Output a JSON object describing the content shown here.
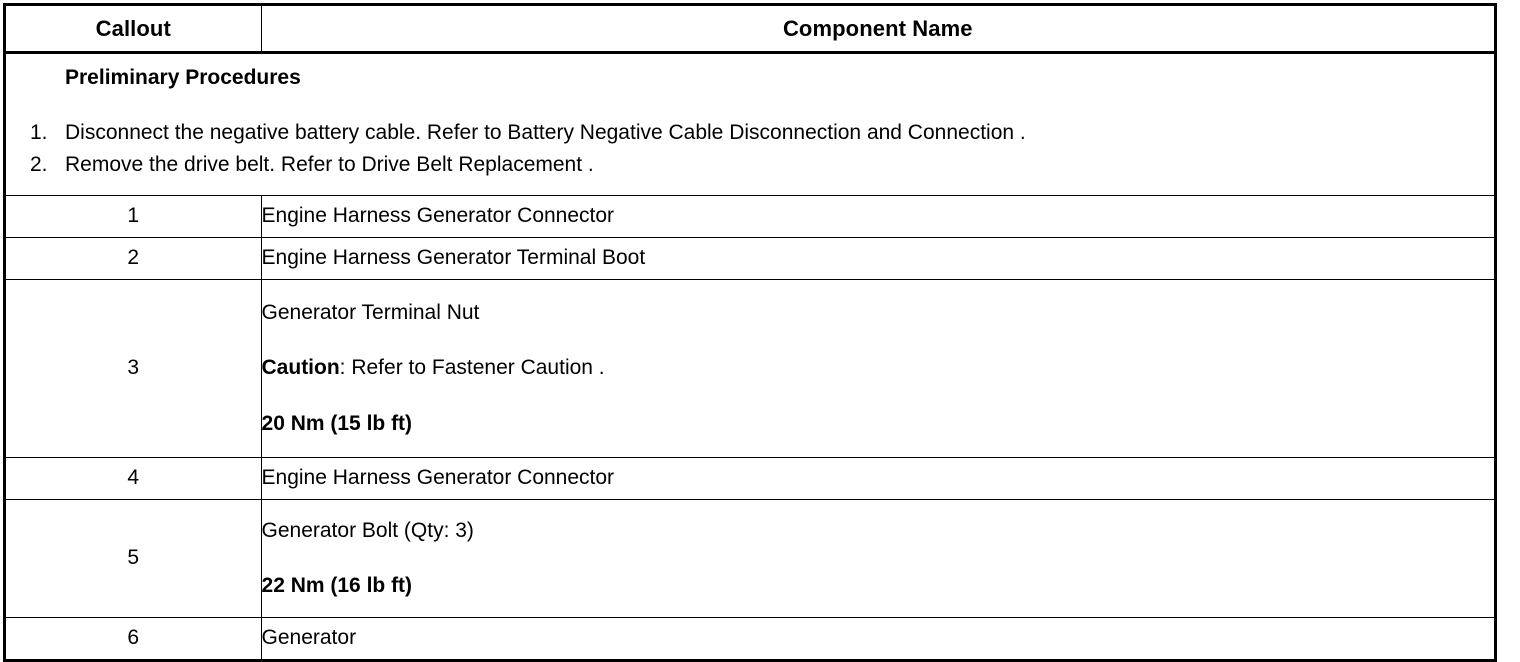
{
  "table": {
    "headers": {
      "callout": "Callout",
      "component_name": "Component Name"
    },
    "preliminary": {
      "title": "Preliminary Procedures",
      "steps": [
        {
          "num": "1.",
          "text": "Disconnect the negative battery cable. Refer to Battery Negative Cable Disconnection and Connection ."
        },
        {
          "num": "2.",
          "text": "Remove the drive belt. Refer to Drive Belt Replacement ."
        }
      ]
    },
    "rows": [
      {
        "callout": "1",
        "lines": [
          {
            "text": "Engine Harness Generator Connector",
            "bold": false,
            "spaced": false
          }
        ]
      },
      {
        "callout": "2",
        "lines": [
          {
            "text": "Engine Harness Generator Terminal Boot",
            "bold": false,
            "spaced": false
          }
        ]
      },
      {
        "callout": "3",
        "lines": [
          {
            "text": "Generator Terminal Nut",
            "bold": false,
            "spaced": false
          },
          {
            "text": "Caution",
            "suffix": ": Refer to Fastener Caution .",
            "bold": true,
            "spaced": true
          },
          {
            "text": "20 Nm (15 lb ft)",
            "bold": true,
            "spaced": true
          }
        ]
      },
      {
        "callout": "4",
        "lines": [
          {
            "text": "Engine Harness Generator Connector",
            "bold": false,
            "spaced": false
          }
        ]
      },
      {
        "callout": "5",
        "lines": [
          {
            "text": "Generator Bolt (Qty: 3)",
            "bold": false,
            "spaced": false
          },
          {
            "text": "22 Nm (16 lb ft)",
            "bold": true,
            "spaced": true
          }
        ]
      },
      {
        "callout": "6",
        "lines": [
          {
            "text": "Generator",
            "bold": false,
            "spaced": false
          }
        ]
      }
    ]
  },
  "colors": {
    "border": "#000000",
    "background": "#ffffff",
    "text": "#000000"
  }
}
